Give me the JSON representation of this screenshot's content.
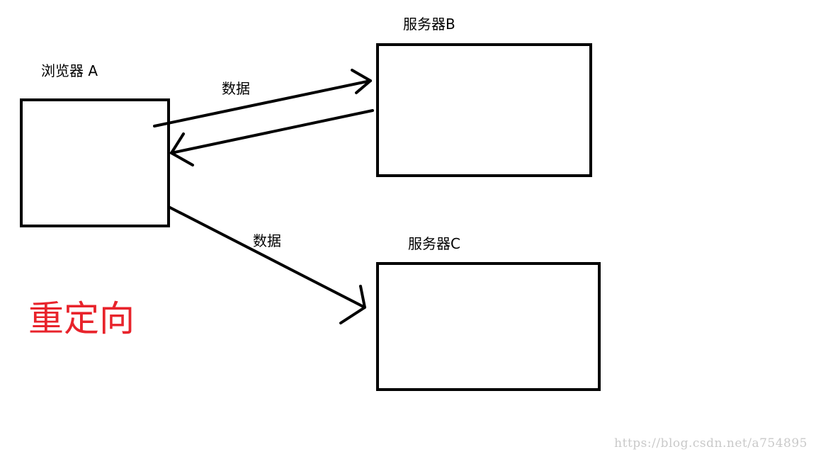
{
  "nodes": {
    "browser_a": {
      "label": "浏览器 A"
    },
    "server_b": {
      "label": "服务器B"
    },
    "server_c": {
      "label": "服务器C"
    }
  },
  "edges": {
    "a_to_b": {
      "label": "数据"
    },
    "b_to_a": {
      "label": ""
    },
    "a_to_c": {
      "label": "数据"
    }
  },
  "title": "重定向",
  "watermark": "https://blog.csdn.net/a754895",
  "colors": {
    "stroke": "#000000",
    "title": "#e8232b",
    "watermark": "#c9c9c9",
    "background": "#ffffff"
  }
}
